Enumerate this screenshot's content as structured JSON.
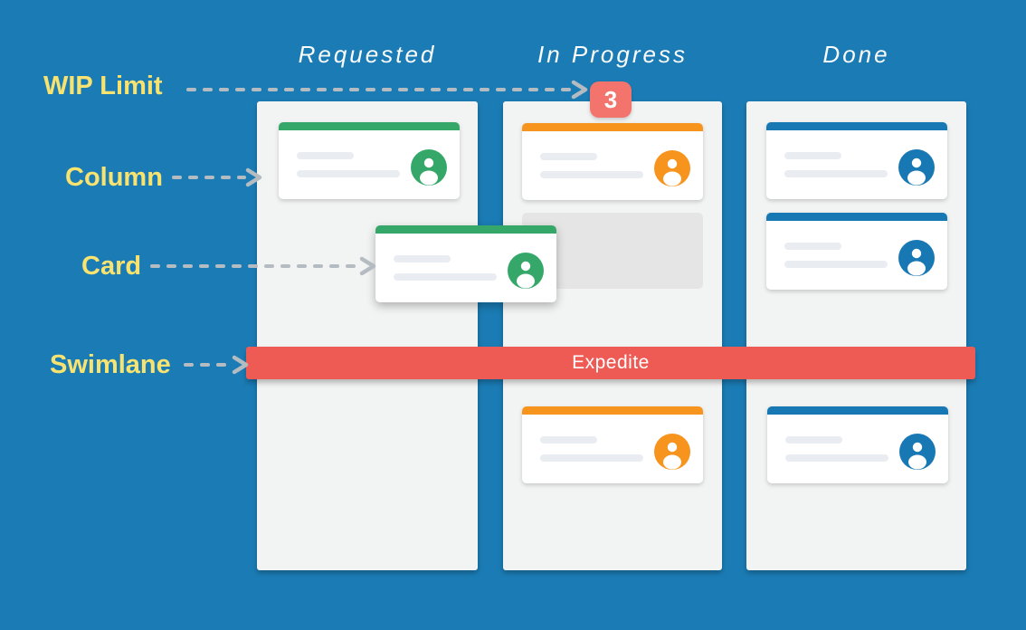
{
  "colors": {
    "background": "#1b7cb5",
    "column-bg": "#f2f3f3",
    "card-green": "#35a769",
    "card-orange": "#f7941e",
    "card-blue": "#1878b4",
    "swimlane-red": "#ee5a54",
    "badge-red": "#f3746d",
    "label-yellow": "#f8e370",
    "arrow-gray": "#b4bcc2",
    "placeholder-gray": "#e4e5e4",
    "line-gray": "#e9edf2"
  },
  "annotations": {
    "wip_limit": {
      "label": "WIP Limit"
    },
    "column": {
      "label": "Column"
    },
    "card": {
      "label": "Card"
    },
    "swimlane": {
      "label": "Swimlane"
    }
  },
  "board": {
    "columns": [
      {
        "title": "Requested",
        "cards": [
          {
            "type": "card",
            "accent": "green"
          }
        ]
      },
      {
        "title": "In Progress",
        "wip_limit": 3,
        "cards": [
          {
            "type": "card",
            "accent": "orange"
          },
          {
            "type": "placeholder"
          },
          {
            "type": "card",
            "accent": "orange",
            "below_swimlane": true
          }
        ]
      },
      {
        "title": "Done",
        "cards": [
          {
            "type": "card",
            "accent": "blue"
          },
          {
            "type": "card",
            "accent": "blue"
          },
          {
            "type": "card",
            "accent": "blue",
            "below_swimlane": true
          }
        ]
      }
    ],
    "floating_card": {
      "accent": "green"
    },
    "swimlane": {
      "label": "Expedite"
    },
    "wip_limit_badge": {
      "value": "3"
    }
  }
}
